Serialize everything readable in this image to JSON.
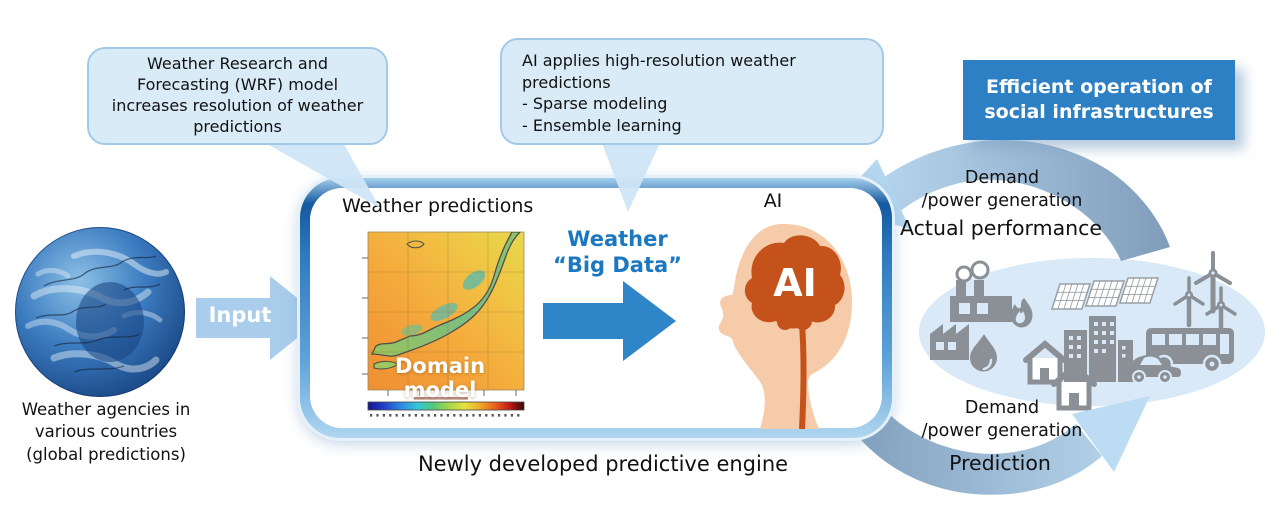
{
  "palette": {
    "accent_blue": "#2d80c3",
    "bubble_fill": "#daebf8",
    "bubble_border": "#a3c9e8",
    "arrow_gray_blue": "#7e9cba",
    "arrow_light_blue": "#bcdbf2",
    "brain_orange": "#c5521b",
    "skin": "#f5cba9",
    "icon_gray": "#8a9096",
    "ellipse_fill": "#d9e9f8"
  },
  "callouts": {
    "wrf": {
      "lines": [
        "Weather Research and",
        "Forecasting (WRF) model",
        "increases resolution of weather",
        "predictions"
      ]
    },
    "ai": {
      "intro": "AI applies high-resolution weather predictions",
      "bullets": [
        "- Sparse modeling",
        "- Ensemble learning"
      ]
    }
  },
  "outcome_box": {
    "lines": [
      "Efficient operation of",
      "social infrastructures"
    ]
  },
  "source": {
    "caption_lines": [
      "Weather agencies in",
      "various countries",
      "(global predictions)"
    ]
  },
  "input_arrow": {
    "label": "Input"
  },
  "engine": {
    "weather_predictions_label": "Weather predictions",
    "map_overlay_label": "Domain model",
    "big_data_line1": "Weather",
    "big_data_line2": "“Big Data”",
    "ai_label": "AI",
    "ai_brain_text": "AI",
    "caption": "Newly developed predictive engine"
  },
  "cycle": {
    "top": {
      "demand_line1": "Demand",
      "demand_line2": "/power generation",
      "label": "Actual performance"
    },
    "bottom": {
      "demand_line1": "Demand",
      "demand_line2": "/power generation",
      "label": "Prediction"
    }
  },
  "infrastructure_icons": [
    "thermal-power-plant",
    "factory",
    "solar-panels",
    "wind-turbines",
    "houses",
    "buildings",
    "bus",
    "car"
  ]
}
